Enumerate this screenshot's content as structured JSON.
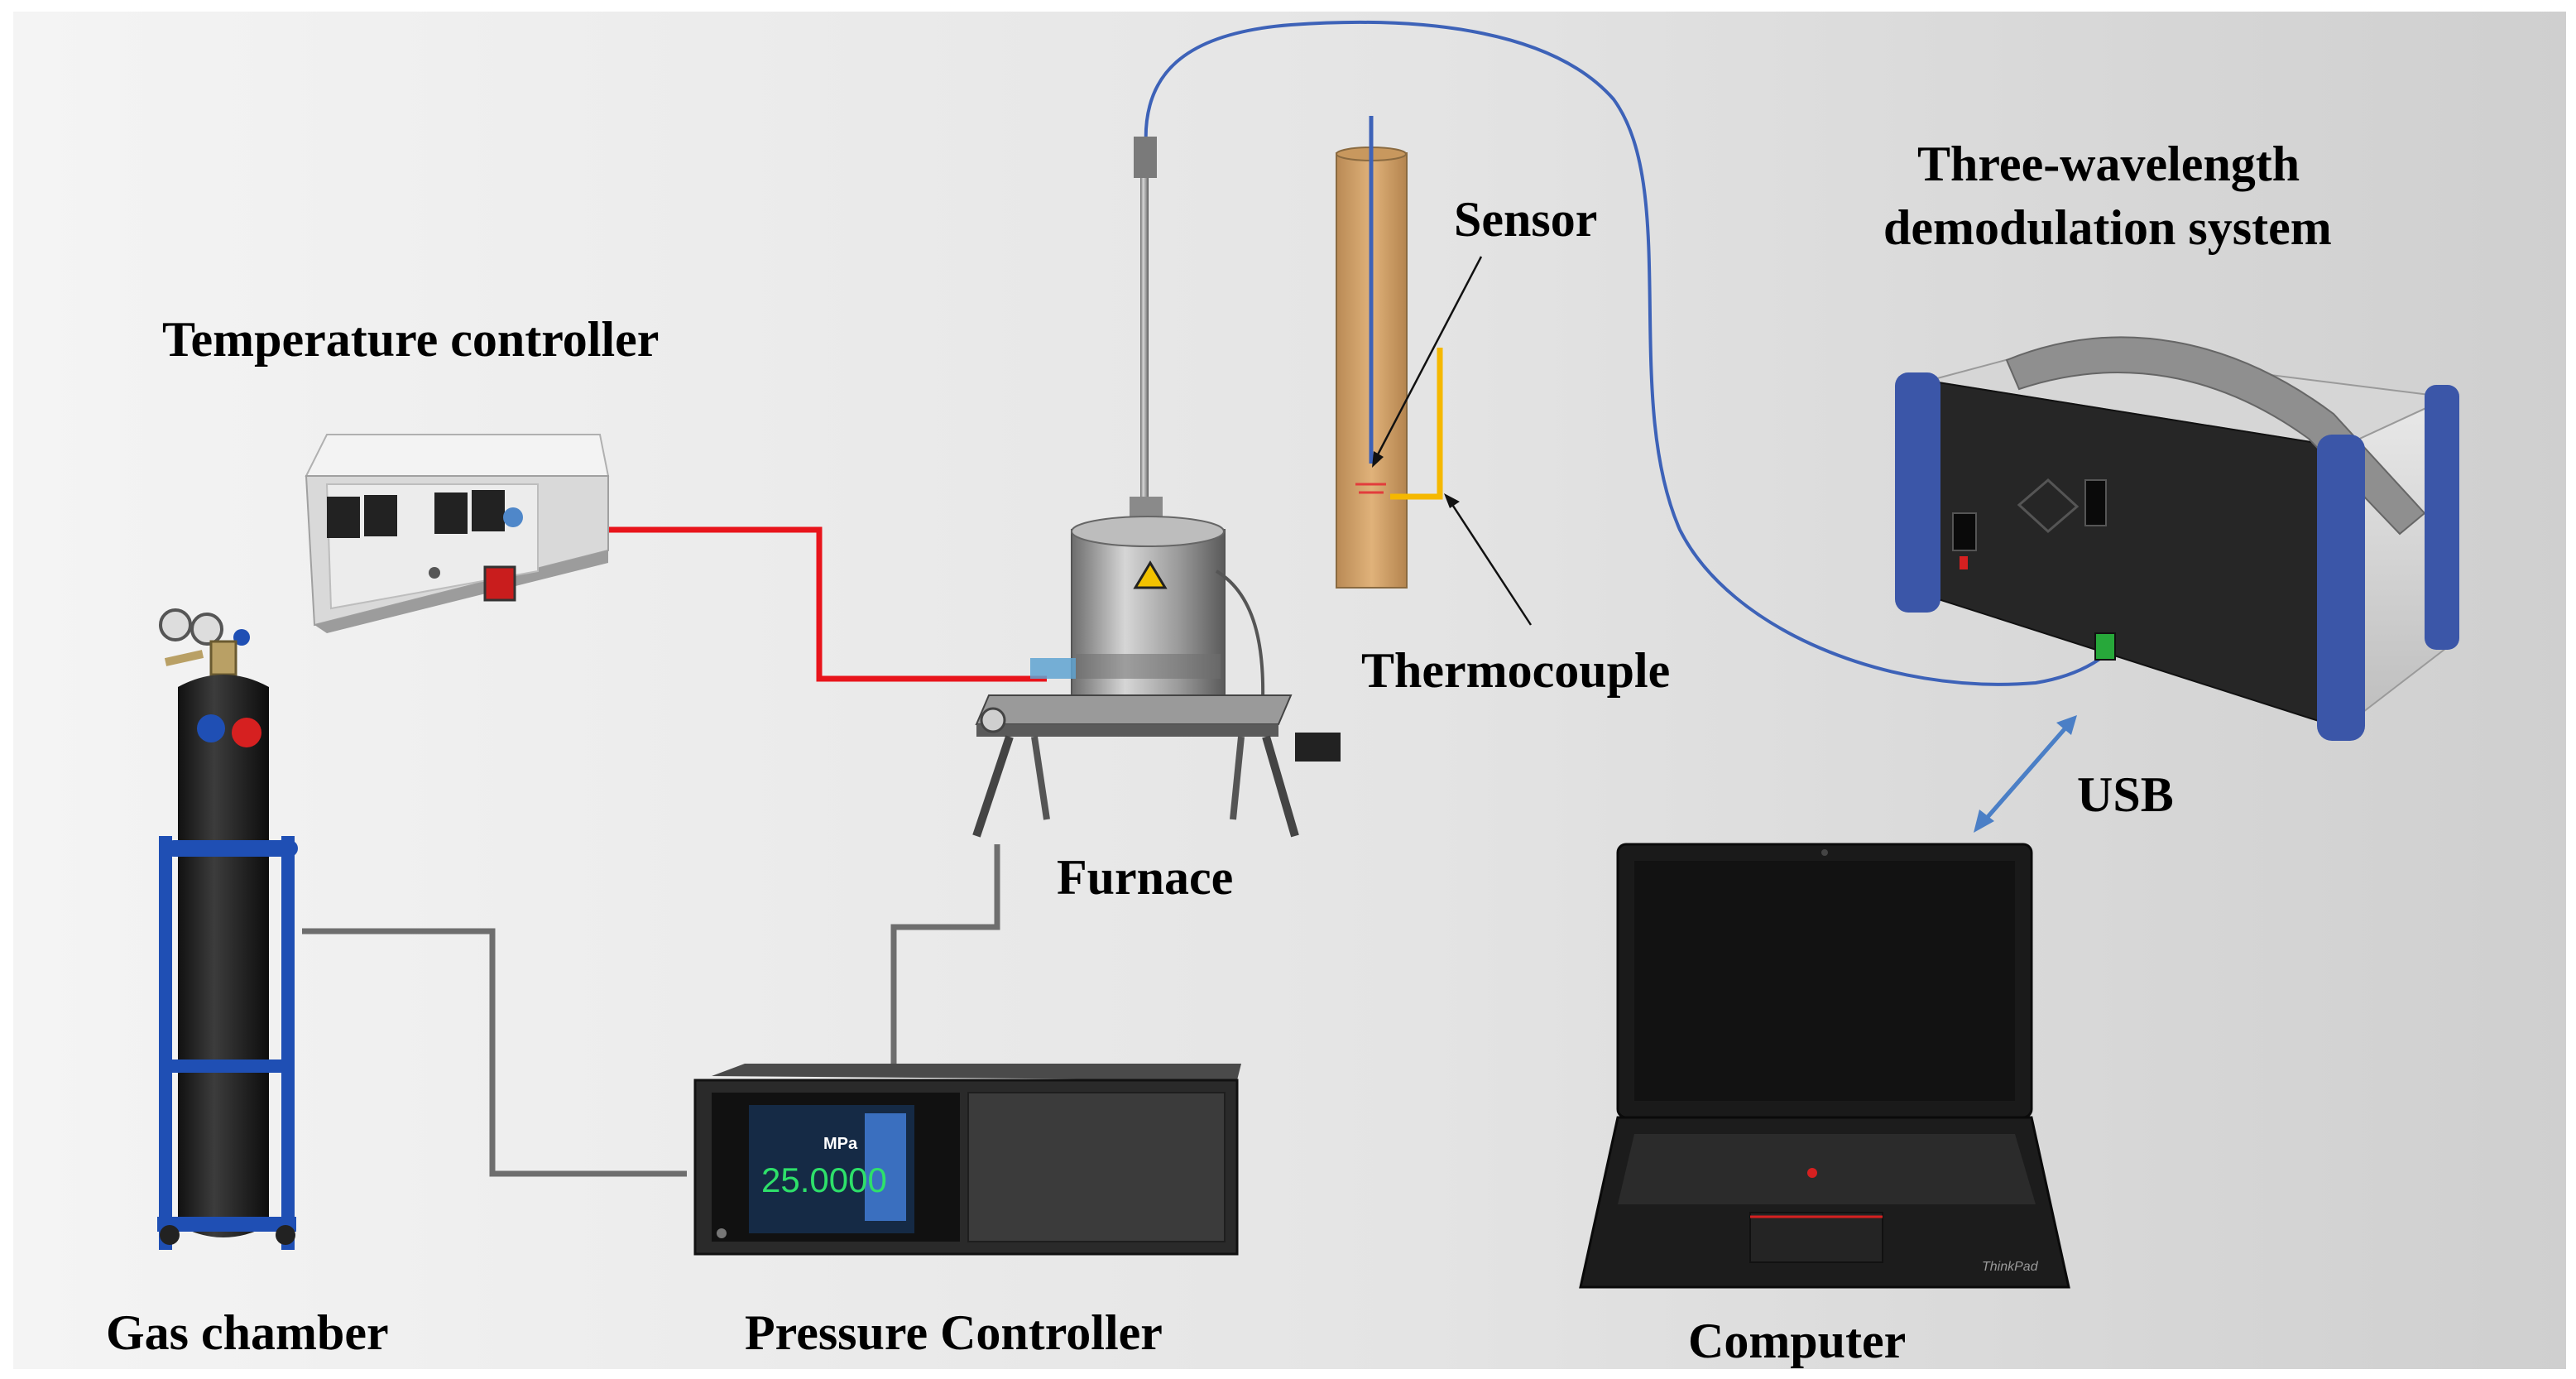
{
  "labels": {
    "temperature_controller": "Temperature controller",
    "gas_chamber": "Gas chamber",
    "pressure_controller": "Pressure Controller",
    "furnace": "Furnace",
    "sensor": "Sensor",
    "thermocouple": "Thermocouple",
    "demod_line1": "Three-wavelength",
    "demod_line2": "demodulation system",
    "usb": "USB",
    "computer": "Computer"
  },
  "pressure_display": {
    "value": "25.0000",
    "unit": "MPa"
  },
  "laptop_brand": "ThinkPad",
  "colors": {
    "background_light": "#f4f4f4",
    "background_dark": "#d4d4d4",
    "temperature_wire": "#e8141b",
    "gas_line": "#6e6e6e",
    "fiber": "#3d62b8",
    "thermocouple": "#f5b800",
    "usb_arrow": "#4b7fc6",
    "cylinder_cart": "#1f4fb4",
    "demod_bumper": "#3b56a8"
  }
}
